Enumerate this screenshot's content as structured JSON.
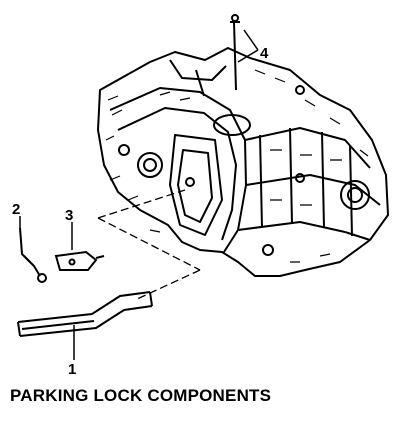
{
  "callouts": {
    "c1": "1",
    "c2": "2",
    "c3": "3",
    "c4": "4"
  },
  "caption": "PARKING LOCK COMPONENTS",
  "colors": {
    "ink": "#000000",
    "paper": "#ffffff"
  }
}
